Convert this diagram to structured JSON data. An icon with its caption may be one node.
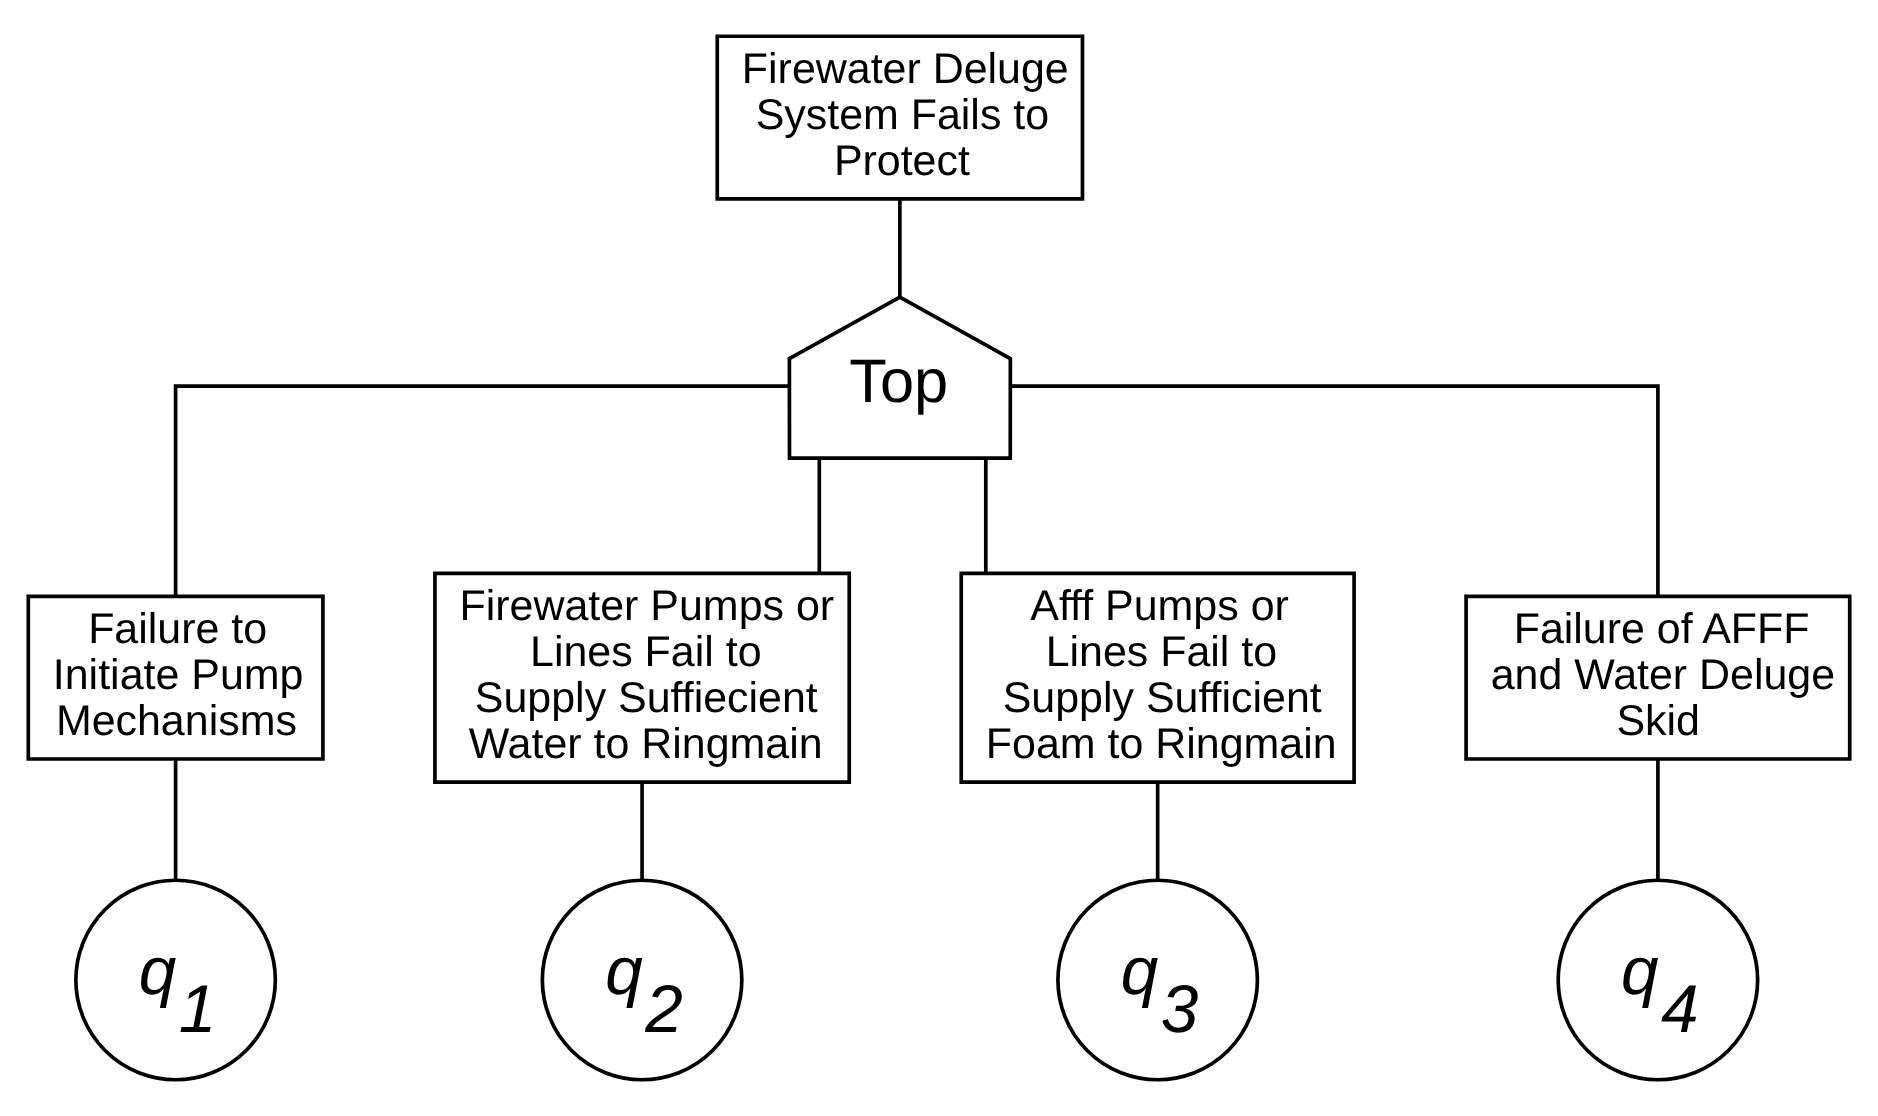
{
  "diagram": {
    "nodes": [
      {
        "text": [
          "Firewater Deluge System Fails to Protect"
        ]
      },
      {
        "text": [
          "Top"
        ]
      },
      {
        "text": [
          "Failure to Initiate Pump Mechanisms"
        ]
      },
      {
        "text": [
          "Firewater Pumps or Lines Fail to Supply Suffiecient Water to Ringmain"
        ]
      },
      {
        "text": [
          "Afff Pumps or Lines Fail to Supply Sufficient Foam to Ringmain"
        ]
      },
      {
        "text": [
          "Failure of AFFF and Water Deluge Skid"
        ]
      },
      {
        "text": [
          "q$_{1}$"
        ]
      },
      {
        "text": [
          "q$_{2}$"
        ]
      },
      {
        "text": [
          "q$_{3}$"
        ]
      },
      {
        "text": [
          "q$_{4}$"
        ]
      }
    ],
    "edges": [
      {
        "from": 0,
        "to": 1,
        "arrow": "none"
      },
      {
        "from": 1,
        "to": 2,
        "arrow": "none"
      },
      {
        "from": 1,
        "to": 3,
        "arrow": "none"
      },
      {
        "from": 1,
        "to": 4,
        "arrow": "none"
      },
      {
        "from": 1,
        "to": 5,
        "arrow": "none"
      },
      {
        "from": 2,
        "to": 6,
        "arrow": "none"
      },
      {
        "from": 3,
        "to": 7,
        "arrow": "none"
      },
      {
        "from": 4,
        "to": 8,
        "arrow": "none"
      },
      {
        "from": 5,
        "to": 9,
        "arrow": "none"
      }
    ]
  }
}
